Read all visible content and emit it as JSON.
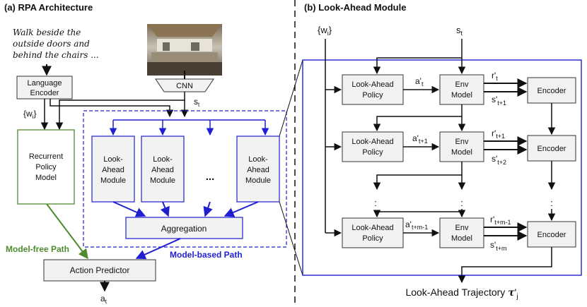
{
  "panel_a": {
    "title": "(a) RPA Architecture",
    "instruction_lines": [
      "Walk beside the",
      "outside doors and",
      "behind the chairs ..."
    ],
    "language_encoder_lines": [
      "Language",
      "Encoder"
    ],
    "cnn": "CNN",
    "w_sym": "{w",
    "w_sub": "i",
    "w_close": "}",
    "s_sym": "s",
    "s_sub": "t",
    "rpm_lines": [
      "Recurrent",
      "Policy",
      "Model"
    ],
    "lam_lines": [
      "Look-",
      "Ahead",
      "Module"
    ],
    "ellipsis": "...",
    "aggregation": "Aggregation",
    "model_free_path": "Model-free Path",
    "model_based_path": "Model-based Path",
    "action_predictor": "Action Predictor",
    "a_sym": "a",
    "a_sub": "t",
    "colors": {
      "green": "#4e8a2e",
      "blue": "#1f1fd0",
      "panel_border": "#1f1fd0"
    }
  },
  "panel_b": {
    "title": "(b) Look-Ahead Module",
    "w_sym": "{w",
    "w_sub": "i",
    "w_close": "}",
    "s_sym": "s",
    "s_sub": "t",
    "policy_lines": [
      "Look-Ahead",
      "Policy"
    ],
    "env_lines": [
      "Env",
      "Model"
    ],
    "encoder": "Encoder",
    "rows": [
      {
        "a": "a'",
        "a_sub": "t",
        "r": "r'",
        "r_sub": "t",
        "s": "s'",
        "s_sub": "t+1"
      },
      {
        "a": "a'",
        "a_sub": "t+1",
        "r": "r'",
        "r_sub": "t+1",
        "s": "s'",
        "s_sub": "t+2"
      },
      {
        "a": "a'",
        "a_sub": "t+m-1",
        "r": "r'",
        "r_sub": "t+m-1",
        "s": "s'",
        "s_sub": "t+m"
      }
    ],
    "vdots": ":",
    "trajectory_text": "Look-Ahead Trajectory ",
    "tau": "τ",
    "tau_prime": "'",
    "tau_sub": "j"
  }
}
